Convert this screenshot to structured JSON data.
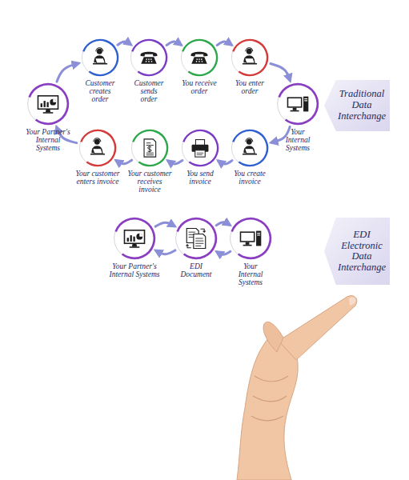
{
  "diagram": {
    "nodes": [
      {
        "text": [
          "Customer creates order"
        ]
      },
      {
        "text": [
          "Customer sends order"
        ]
      },
      {
        "text": [
          "You receive order"
        ]
      },
      {
        "text": [
          "You enter order"
        ]
      },
      {
        "text": [
          "Your Partner's Internal Systems"
        ]
      },
      {
        "text": [
          "Your Internal Systems"
        ]
      },
      {
        "text": [
          "Traditional Data Interchange"
        ]
      },
      {
        "text": [
          "Your customer enters invoice"
        ]
      },
      {
        "text": [
          "Your customer receives invoice"
        ]
      },
      {
        "text": [
          "You send invoice"
        ]
      },
      {
        "text": [
          "You create invoice"
        ]
      },
      {
        "text": [
          "Your Partner's Internal Systems"
        ]
      },
      {
        "text": [
          "EDI Document"
        ]
      },
      {
        "text": [
          "Your Internal Systems"
        ]
      },
      {
        "text": [
          "EDI",
          "Electronic Data Interchange"
        ]
      }
    ],
    "edges": [
      {
        "from": 4,
        "to": 0,
        "arrow": "to"
      },
      {
        "from": 0,
        "to": 1,
        "arrow": "to"
      },
      {
        "from": 1,
        "to": 2,
        "arrow": "to"
      },
      {
        "from": 2,
        "to": 3,
        "arrow": "to"
      },
      {
        "from": 3,
        "to": 5,
        "arrow": "to"
      },
      {
        "from": 5,
        "to": 10,
        "arrow": "to"
      },
      {
        "from": 10,
        "to": 9,
        "arrow": "to"
      },
      {
        "from": 9,
        "to": 8,
        "arrow": "to"
      },
      {
        "from": 8,
        "to": 7,
        "arrow": "to"
      },
      {
        "from": 7,
        "to": 4,
        "arrow": "to"
      },
      {
        "from": 11,
        "to": 12,
        "arrow": "to"
      },
      {
        "from": 12,
        "to": 13,
        "arrow": "to"
      },
      {
        "from": 13,
        "to": 12,
        "arrow": "to"
      },
      {
        "from": 12,
        "to": 11,
        "arrow": "to"
      }
    ]
  }
}
